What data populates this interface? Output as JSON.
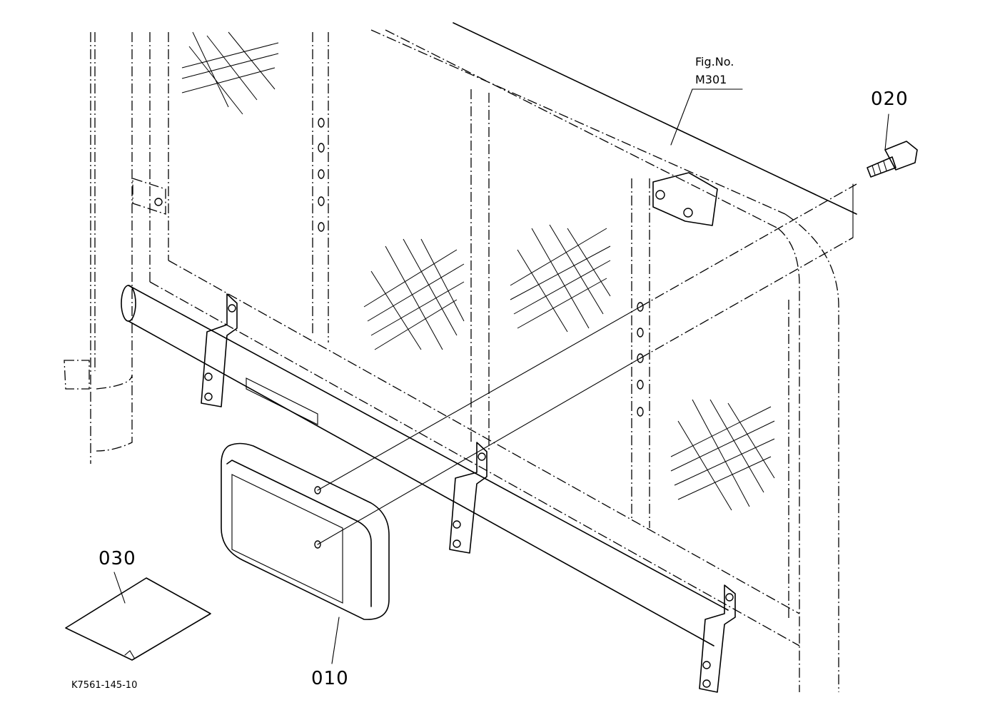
{
  "figure": {
    "fig_label": "Fig.No.",
    "fig_number": "M301",
    "drawing_code": "K7561-145-10"
  },
  "callouts": [
    {
      "id": "010"
    },
    {
      "id": "020"
    },
    {
      "id": "030"
    }
  ]
}
